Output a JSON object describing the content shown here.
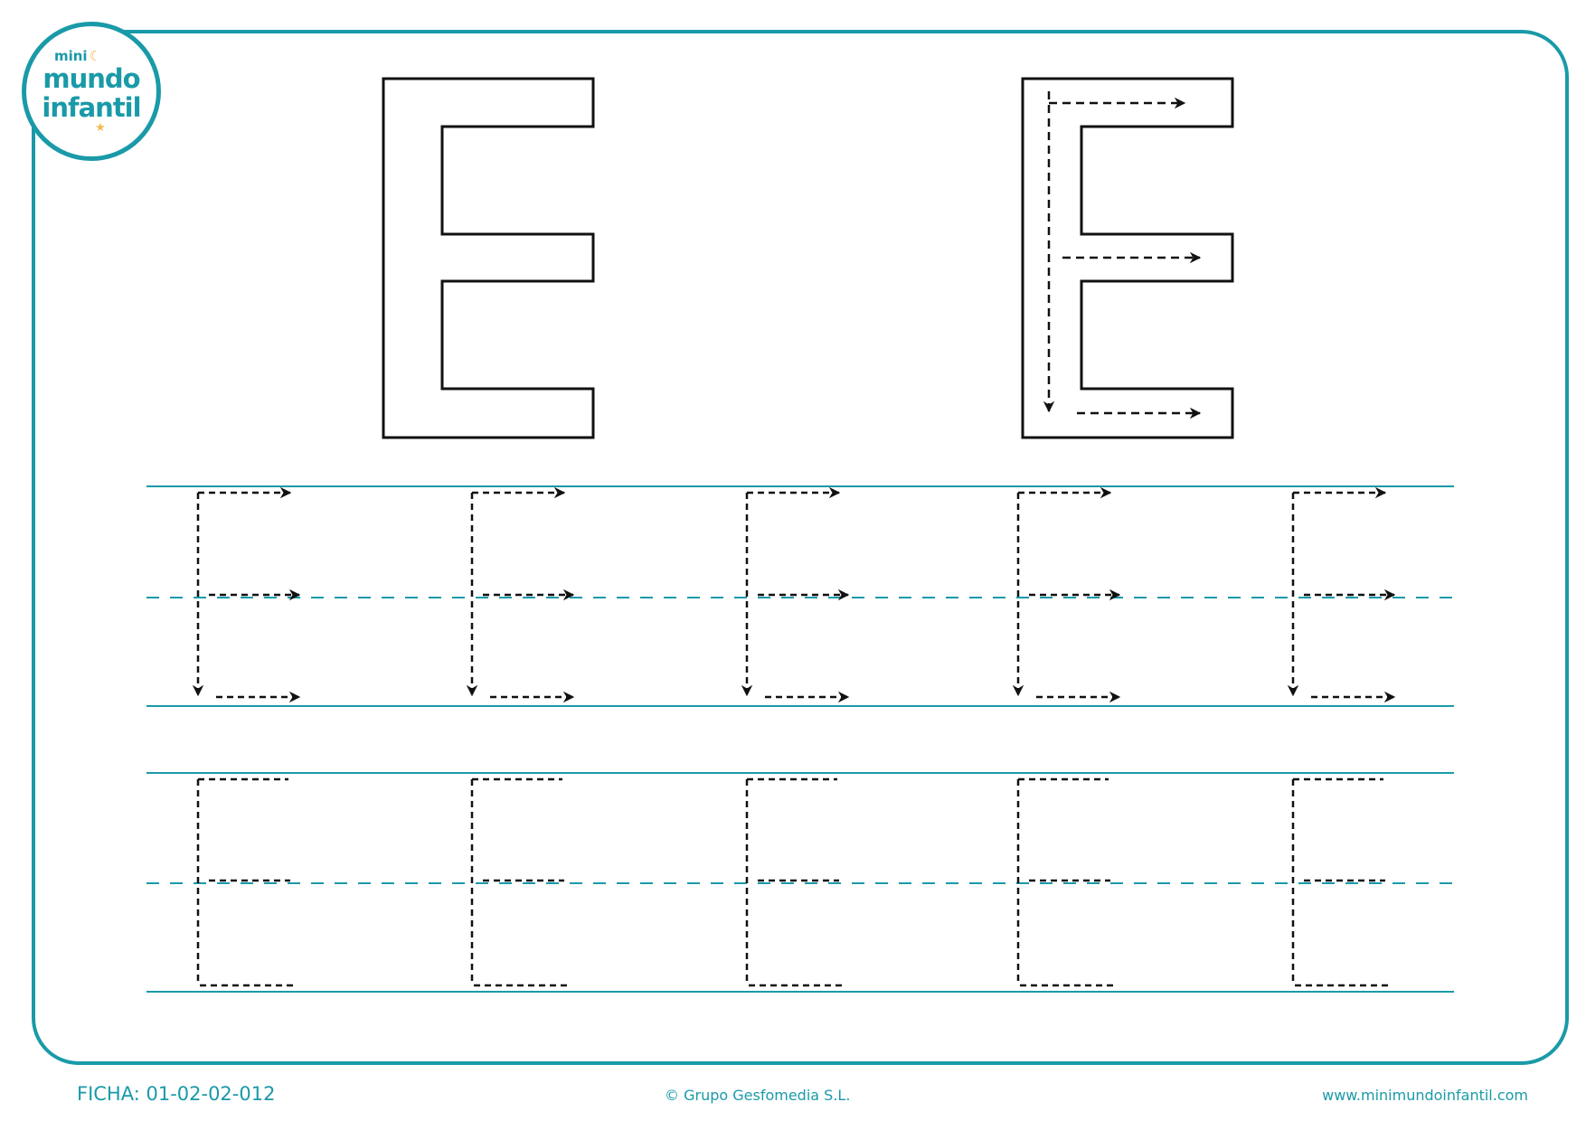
{
  "logo": {
    "line1": "mini",
    "line2": "mundo",
    "line3": "infantil"
  },
  "footer": {
    "sheet": "FICHA: 01-02-02-012",
    "copyright": "© Grupo Gesfomedia S.L.",
    "website": "www.minimundoinfantil.com"
  },
  "worksheet": {
    "letter": "E",
    "practice_rows": 2,
    "letters_per_row": 5,
    "row1_with_arrows": true,
    "row2_with_arrows": false
  },
  "colors": {
    "accent": "#1a9aa8",
    "ink": "#111111",
    "logo_gold": "#f3b94e"
  }
}
